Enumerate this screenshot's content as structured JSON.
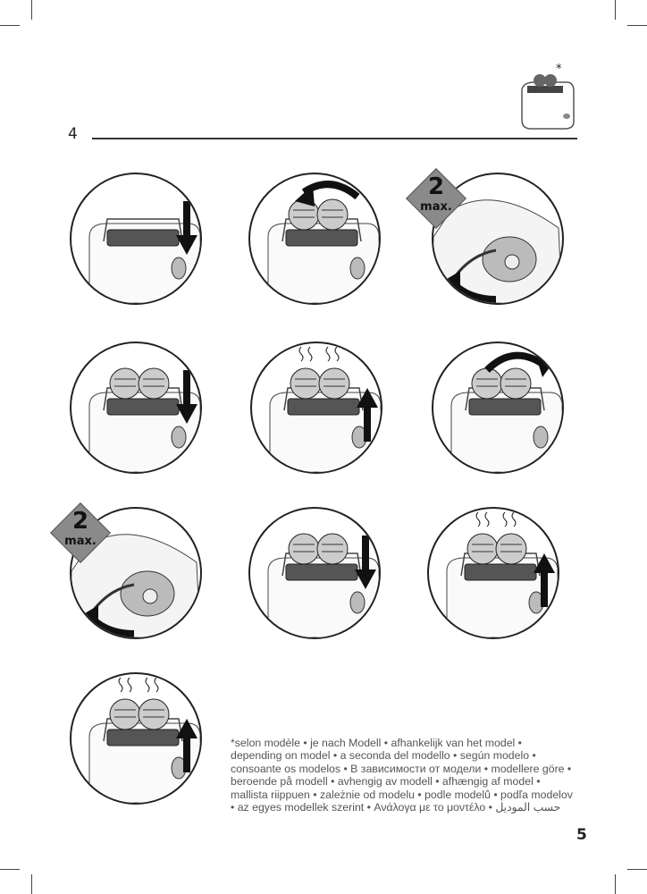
{
  "page": {
    "left_page_number": "4",
    "right_page_number": "5",
    "asterisk": "*"
  },
  "badges": [
    {
      "number": "2",
      "label": "max."
    },
    {
      "number": "2",
      "label": "max."
    }
  ],
  "steps": [
    {
      "icon": "press-lever-down-icon"
    },
    {
      "icon": "insert-buns-icon"
    },
    {
      "icon": "set-browning-dial-icon"
    },
    {
      "icon": "lever-down-icon"
    },
    {
      "icon": "lever-up-hot-icon"
    },
    {
      "icon": "turn-buns-icon"
    },
    {
      "icon": "set-browning-dial-icon"
    },
    {
      "icon": "lever-down-icon"
    },
    {
      "icon": "lever-up-hot-icon"
    },
    {
      "icon": "fold-rack-icon"
    }
  ],
  "footnote": "*selon modèle • je nach Modell • afhankelijk van het model • depending on model • a seconda del modello • según modelo • consoante os modelos • В зависимости от модели • modellere göre • beroende på modell • avhengig av modell • afhængig af model • mallista riippuen • zależnie od modelu • podle modelů • podľa modelov • az egyes modellek szerint • Ανάλογα με το μοντέλο • حسب الموديل"
}
